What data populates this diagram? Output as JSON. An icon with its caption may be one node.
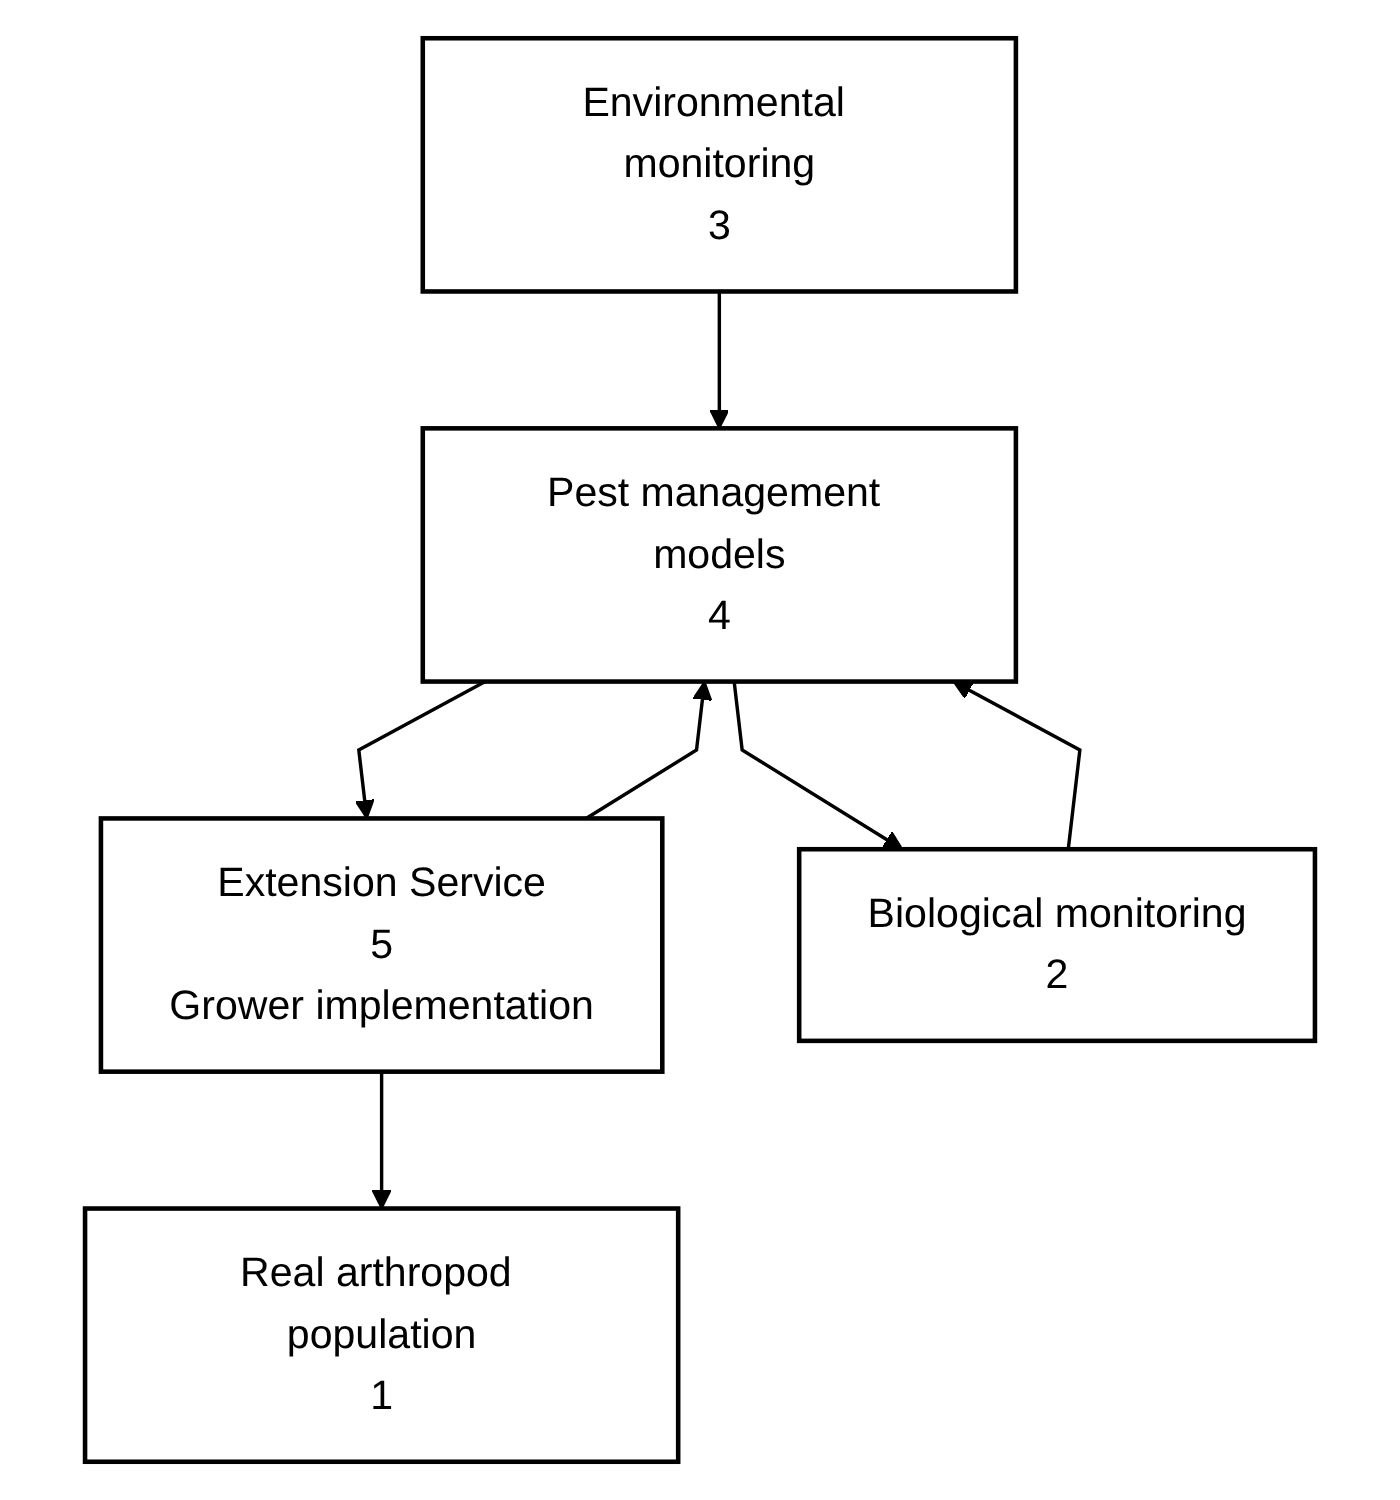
{
  "diagram": {
    "nodes": [
      {
        "text": [
          "Environmental monitoring",
          "3"
        ]
      },
      {
        "text": [
          "Pest management models",
          "4"
        ]
      },
      {
        "text": [
          "Extension Service",
          "5",
          "Grower implementation"
        ]
      },
      {
        "text": [
          "Real arthropod population",
          "1"
        ]
      },
      {
        "text": [
          "Biological monitoring",
          "2"
        ]
      }
    ],
    "edges": [
      {
        "from": 0,
        "to": 1,
        "arrow": "to"
      },
      {
        "from": 1,
        "to": 2,
        "arrow": "to"
      },
      {
        "from": 2,
        "to": 1,
        "arrow": "to"
      },
      {
        "from": 1,
        "to": 4,
        "arrow": "to"
      },
      {
        "from": 4,
        "to": 1,
        "arrow": "to"
      },
      {
        "from": 2,
        "to": 3,
        "arrow": "to"
      }
    ]
  }
}
